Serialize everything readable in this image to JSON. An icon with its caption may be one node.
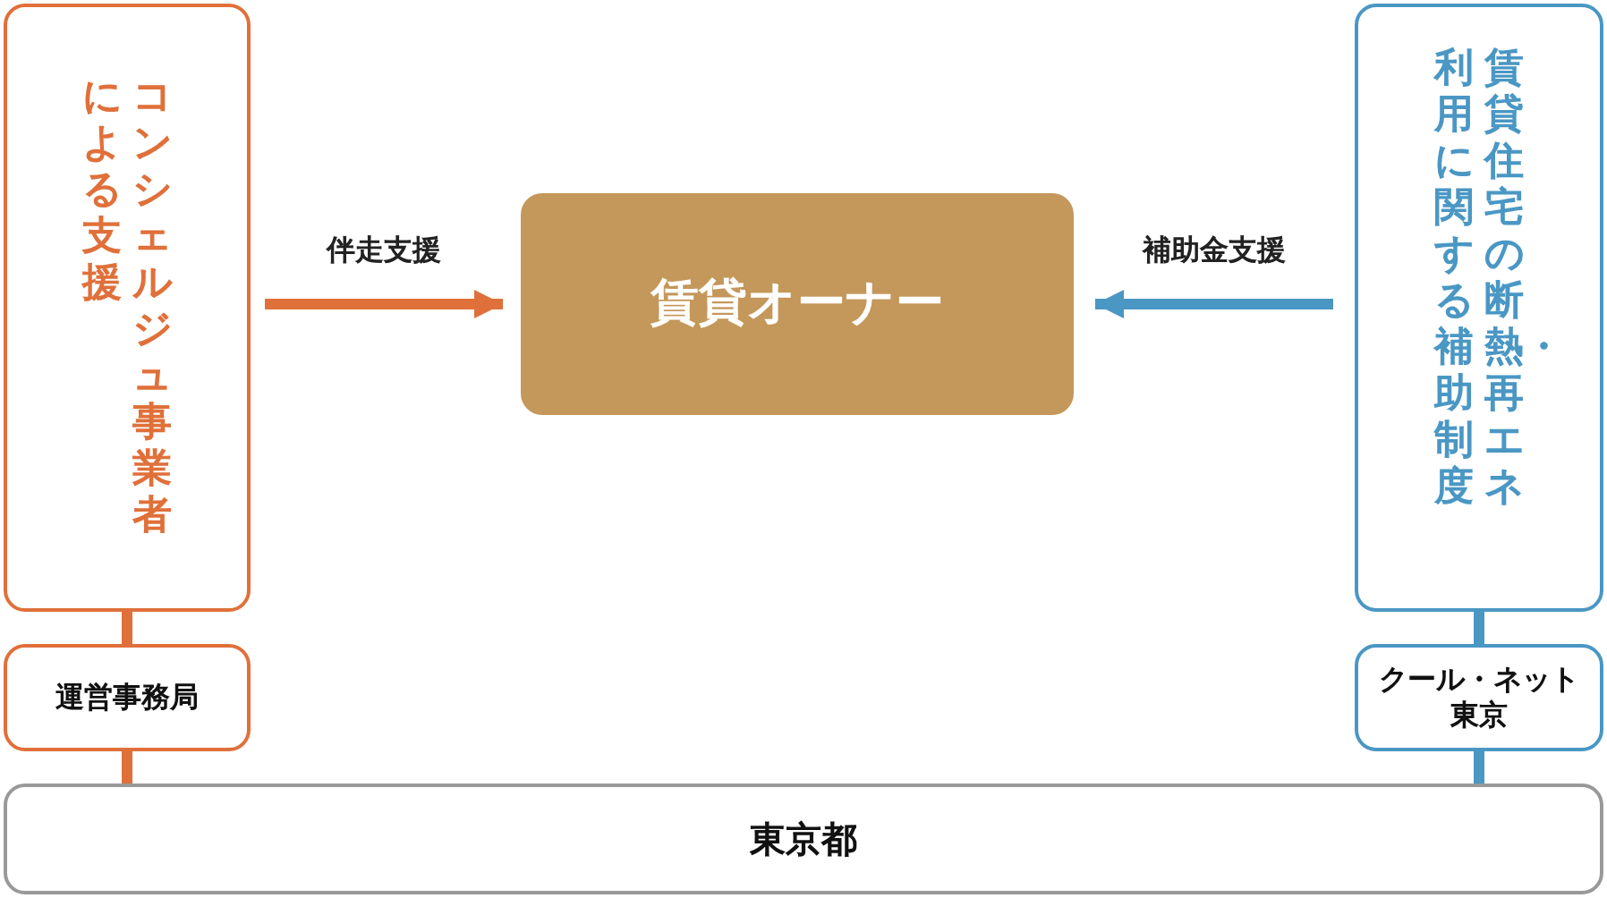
{
  "diagram": {
    "nodes": [
      {
        "text": [
          "コンシェルジュ事業者による支援"
        ]
      },
      {
        "text": [
          "賃貸オーナー"
        ]
      },
      {
        "text": [
          "賃貸住宅の断熱・再エネ利用に関する補助制度"
        ]
      },
      {
        "text": [
          "運営事務局"
        ]
      },
      {
        "text": [
          "クール・ネット東京"
        ]
      },
      {
        "text": [
          "東京都"
        ]
      }
    ],
    "edges": [
      {
        "from": 0,
        "to": 1,
        "arrow": "to",
        "label": "伴走支援",
        "color": "#e0703a"
      },
      {
        "from": 2,
        "to": 1,
        "arrow": "to",
        "label": "補助金支援",
        "color": "#4a97c4"
      },
      {
        "from": 0,
        "to": 3,
        "arrow": "none",
        "color": "#e0703a"
      },
      {
        "from": 3,
        "to": 5,
        "arrow": "none",
        "color": "#e0703a"
      },
      {
        "from": 2,
        "to": 4,
        "arrow": "none",
        "color": "#4a97c4"
      },
      {
        "from": 4,
        "to": 5,
        "arrow": "none",
        "color": "#4a97c4"
      }
    ]
  }
}
